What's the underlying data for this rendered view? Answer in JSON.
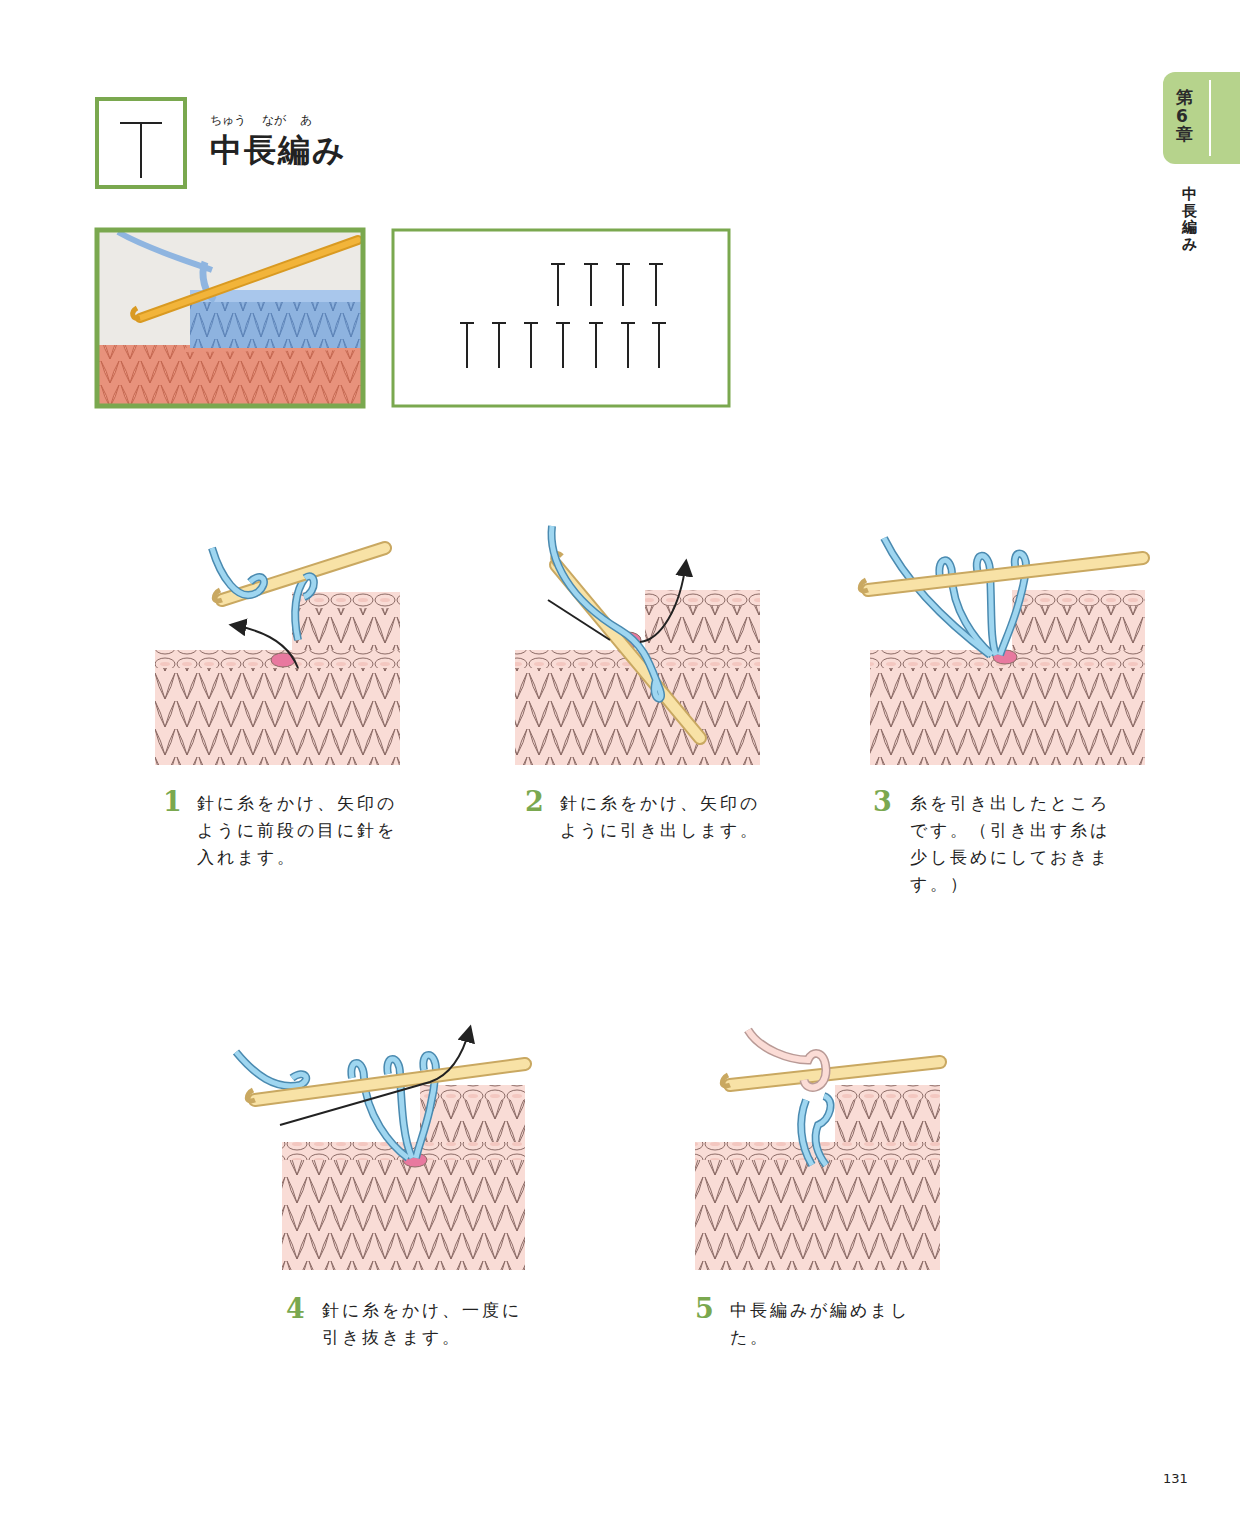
{
  "diagram": {
    "title": "中長編み",
    "nodes": [
      {
        "text": [
          "第6章"
        ]
      }
    ],
    "labels": [
      "ちゅう",
      "なが",
      "あ",
      "中長編み",
      "1",
      "針に糸をかけ、矢印のように前段の目に針を入れます。",
      "2",
      "針に糸をかけ、矢印のように引き出します。",
      "3",
      "糸を引き出したところです。（引き出す糸は少し長めにしておきます。）",
      "4",
      "針に糸をかけ、一度に引き抜きます。",
      "5",
      "中長編みが編めました。",
      "131"
    ]
  }
}
